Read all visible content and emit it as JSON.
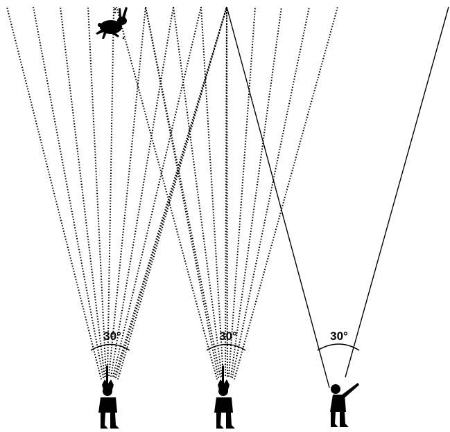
{
  "diagram": {
    "ink_color": "#000000",
    "background_color": "#ffffff",
    "panels": [
      {
        "name": "left-shooter",
        "angle_label": "30°",
        "ray_style": "dotted",
        "ray_count": 11,
        "posture": "gun-raised-vertical"
      },
      {
        "name": "middle-shooter",
        "angle_label": "30°",
        "ray_style": "dotted",
        "ray_count": 11,
        "posture": "gun-raised-vertical"
      },
      {
        "name": "right-shooter",
        "angle_label": "30°",
        "ray_style": "solid",
        "ray_count": 2,
        "posture": "gun-aimed-forward"
      }
    ],
    "target": {
      "icon": "rabbit-icon"
    }
  }
}
